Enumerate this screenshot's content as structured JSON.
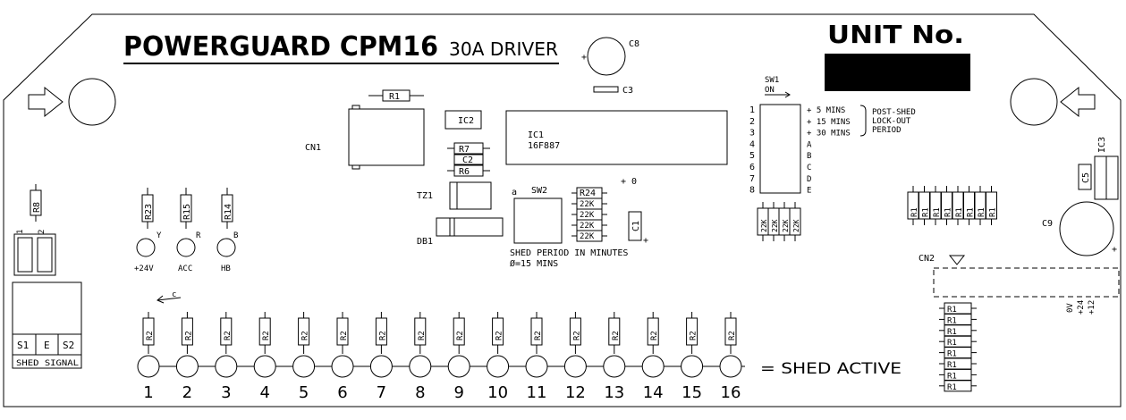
{
  "header": {
    "title": "POWERGUARD CPM16",
    "subtitle": "30A DRIVER",
    "unit_label": "UNIT No."
  },
  "components": {
    "c8": "C8",
    "c3": "C3",
    "r1": "R1",
    "ic2": "IC2",
    "ic1": "IC1",
    "ic1_part": "16F887",
    "cn1": "CN1",
    "r7": "R7",
    "c2": "C2",
    "r6": "R6",
    "tz1": "TZ1",
    "db1": "DB1",
    "sw2": "SW2",
    "sw2_a": "a",
    "r24": "R24",
    "c1": "C1",
    "plus": "+",
    "plus_zero": "+ 0",
    "r23": "R23",
    "r15": "R15",
    "r14": "R14",
    "r8": "R8",
    "led_y": "Y",
    "led_r": "R",
    "led_b": "B",
    "v24": "+24V",
    "acc": "ACC",
    "hb": "HB",
    "ic3": "IC3",
    "c5": "C5",
    "c9": "C9",
    "cn2": "CN2",
    "cn2_0v": "0V",
    "cn2_24": "+24",
    "cn2_12": "+12",
    "c_arrow": "c",
    "one": "1",
    "two": "2",
    "r2": "R2",
    "r1s": "R1",
    "r22k": "22K"
  },
  "sw2_values": [
    "22K",
    "22K",
    "22K",
    "22K"
  ],
  "shed_period": {
    "line1": "SHED PERIOD IN MINUTES",
    "line2": "Ø=15 MINS"
  },
  "sw1": {
    "label": "SW1",
    "on_label": "ON",
    "positions": [
      "1",
      "2",
      "3",
      "4",
      "5",
      "6",
      "7",
      "8"
    ],
    "options": [
      "+ 5 MINS",
      "+ 15 MINS",
      "+ 30 MINS",
      "A",
      "B",
      "C",
      "D",
      "E"
    ],
    "note_lines": [
      "POST-SHED",
      "LOCK-OUT",
      "PERIOD"
    ]
  },
  "shed_signal": {
    "label": "SHED SIGNAL",
    "terminals": [
      "S1",
      "E",
      "S2"
    ]
  },
  "channels": [
    "1",
    "2",
    "3",
    "4",
    "5",
    "6",
    "7",
    "8",
    "9",
    "10",
    "11",
    "12",
    "13",
    "14",
    "15",
    "16"
  ],
  "shed_active_label": "= SHED ACTIVE"
}
